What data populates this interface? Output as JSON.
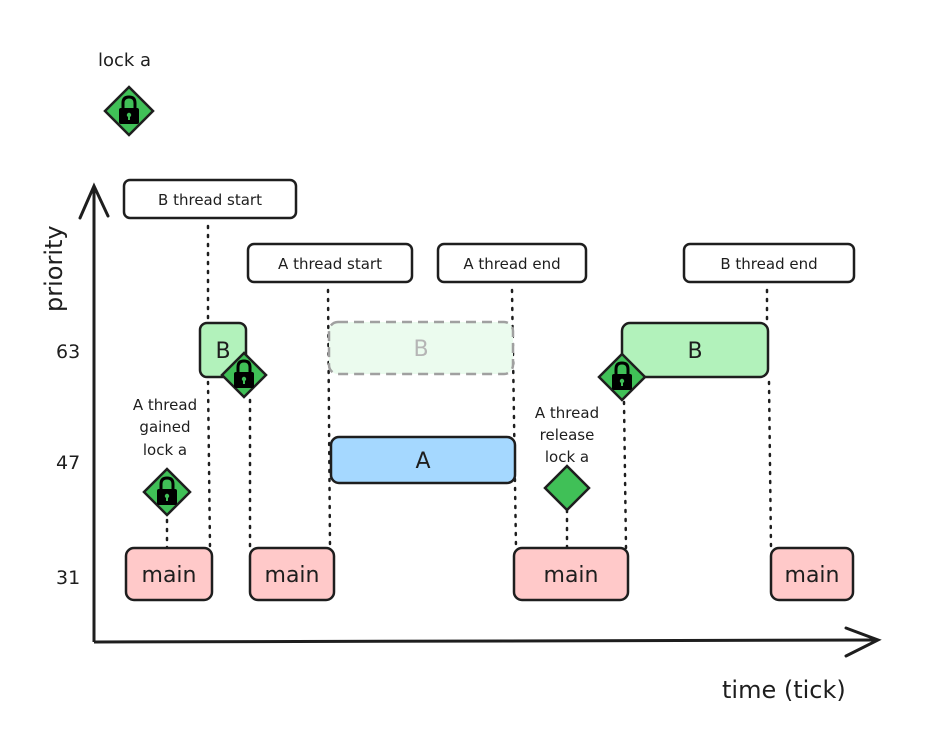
{
  "legend": {
    "lock_label": "lock a"
  },
  "axes": {
    "y_label": "priority",
    "x_label": "time (tick)",
    "y_ticks": [
      "63",
      "47",
      "31"
    ]
  },
  "events": {
    "b_thread_start": "B thread start",
    "a_thread_start": "A thread start",
    "a_thread_end": "A thread end",
    "b_thread_end": "B thread end"
  },
  "annotations": {
    "a_gained": [
      "A thread",
      "gained",
      "lock a"
    ],
    "a_release": [
      "A thread",
      "release",
      "lock a"
    ]
  },
  "blocks": {
    "main_label": "main",
    "b_label": "B",
    "a_label": "A"
  },
  "colors": {
    "main_fill": "#ffc9c9",
    "b_fill": "#b2f2bb",
    "b_ghost_fill": "#ebfbee",
    "a_fill": "#a5d8ff",
    "lock_green": "#40c057",
    "stroke": "#1e1e1e",
    "ghost_stroke": "#a0a0a0"
  }
}
